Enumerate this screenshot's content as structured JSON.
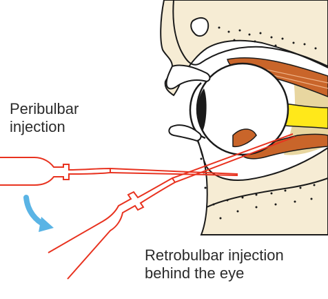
{
  "diagram": {
    "labels": {
      "peribulbar": [
        "Peribulbar",
        "injection"
      ],
      "retrobulbar": [
        "Retrobulbar injection",
        "behind the eye"
      ]
    },
    "colors": {
      "syringe": "#e8321f",
      "bone_fill": "#f6ecd4",
      "muscle": "#c9652a",
      "fat": "#e8d6a0",
      "optic_nerve": "#ffe81a",
      "outline": "#1a1a1a",
      "arrow": "#5ab4e5",
      "label_text": "#2b2b2b"
    },
    "icons": [
      "curved-arrow-icon"
    ]
  }
}
